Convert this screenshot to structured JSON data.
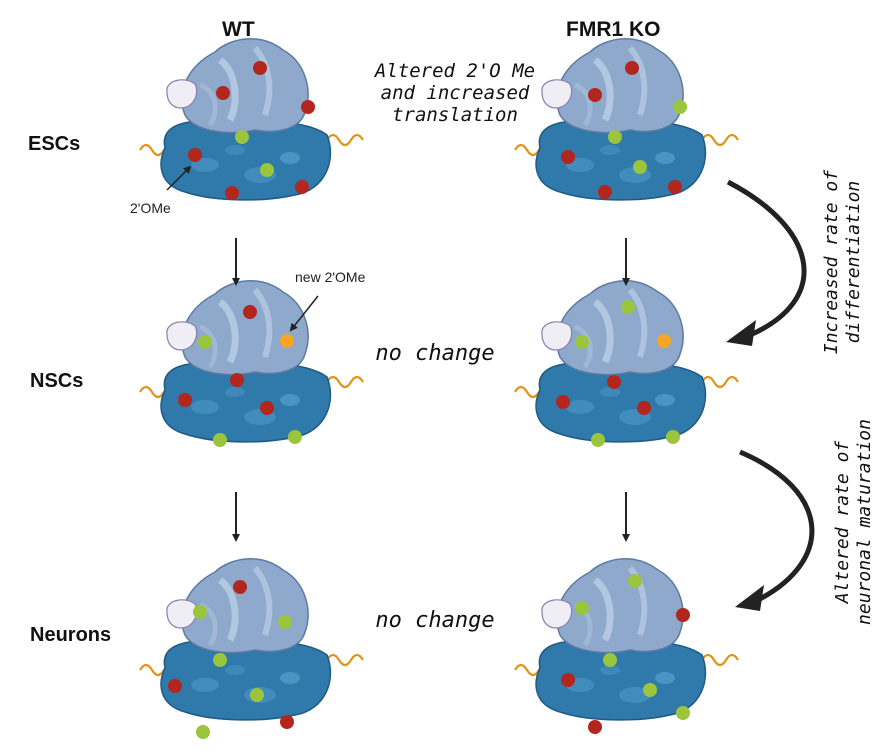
{
  "columns": {
    "wt": "WT",
    "ko": "FMR1 KO"
  },
  "rows": {
    "escs": "ESCs",
    "nscs": "NSCs",
    "neurons": "Neurons"
  },
  "annotations": {
    "two_ome": "2'OMe",
    "new_two_ome": "new 2'OMe",
    "altered_line1": "Altered 2'O Me",
    "altered_line2": "and increased",
    "altered_line3": "translation",
    "no_change_nscs": "no change",
    "no_change_neurons": "no change",
    "increased_line1": "Increased rate of",
    "increased_line2": "differentiation",
    "maturation_line1": "Altered rate of",
    "maturation_line2": "neuronal maturation"
  },
  "colors": {
    "large_subunit": "#2f79ab",
    "small_subunit": "#8ea9cc",
    "mrna": "#e0951a",
    "methylation_red": "#b3261e",
    "methylation_green": "#9bc53d",
    "methylation_orange": "#f5a623"
  }
}
